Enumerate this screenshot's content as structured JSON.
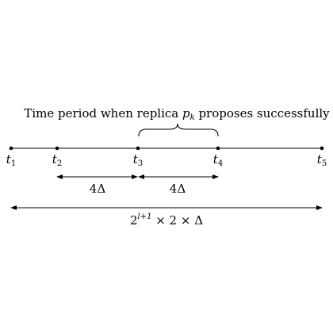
{
  "caption": {
    "prefix": "Time period when replica ",
    "symbol": "p",
    "symbol_sub": "k",
    "suffix": " proposes successfully"
  },
  "time_points": [
    {
      "symbol": "t",
      "sub": "1"
    },
    {
      "symbol": "t",
      "sub": "2"
    },
    {
      "symbol": "t",
      "sub": "3"
    },
    {
      "symbol": "t",
      "sub": "4"
    },
    {
      "symbol": "t",
      "sub": "5"
    }
  ],
  "intervals": [
    {
      "label": "4Δ",
      "from": "t2",
      "to": "t3"
    },
    {
      "label": "4Δ",
      "from": "t3",
      "to": "t4"
    }
  ],
  "total_interval": {
    "base": "2",
    "exponent": "l+1",
    "rest": " × 2 × Δ",
    "from": "t1",
    "to": "t5"
  },
  "colors": {
    "ink": "#000000",
    "background": "#ffffff"
  }
}
